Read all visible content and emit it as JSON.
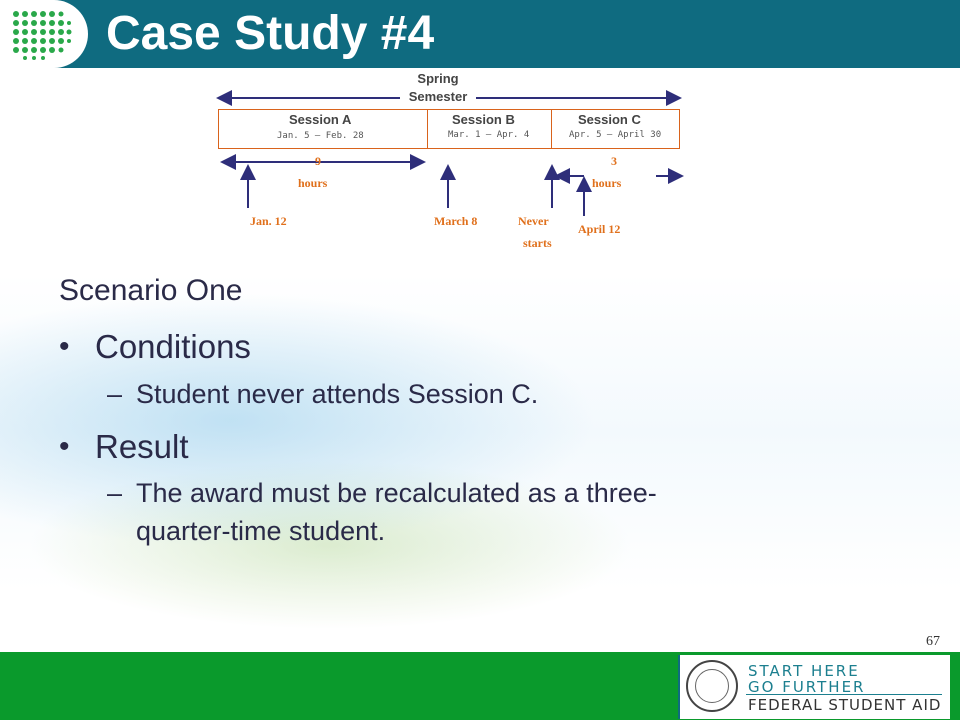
{
  "slide": {
    "title": "Case Study #4",
    "page_number": "67"
  },
  "diagram": {
    "semester_label_line1": "Spring",
    "semester_label_line2": "Semester",
    "sessions": [
      {
        "name": "Session A",
        "dates": "Jan. 5 – Feb. 28"
      },
      {
        "name": "Session B",
        "dates": "Mar. 1 – Apr. 4"
      },
      {
        "name": "Session C",
        "dates": "Apr. 5 – April 30"
      }
    ],
    "hours_a_value": "9",
    "hours_a_unit": "hours",
    "hours_c_value": "3",
    "hours_c_unit": "hours",
    "markers": {
      "jan12": "Jan. 12",
      "march8": "March 8",
      "never_line1": "Never",
      "never_line2": "starts",
      "april12": "April 12"
    },
    "colors": {
      "accent": "#e0701c",
      "line": "#2e2e7a",
      "box_border": "#d9631c"
    }
  },
  "content": {
    "scenario": "Scenario One",
    "bullet1": "Conditions",
    "bullet1_sub": "Student never attends Session C.",
    "bullet2": "Result",
    "bullet2_sub_line1": "The award must be recalculated as a three-",
    "bullet2_sub_line2": "quarter-time student.",
    "bullet_symbol": "•",
    "dash_symbol": "–"
  },
  "footer": {
    "logo_line1": "START HERE",
    "logo_line2": "GO FURTHER",
    "logo_line3": "FEDERAL STUDENT AID"
  },
  "colors": {
    "header": "#0f6b80",
    "footer": "#0a9a2c",
    "body_text": "#2a2a48"
  }
}
